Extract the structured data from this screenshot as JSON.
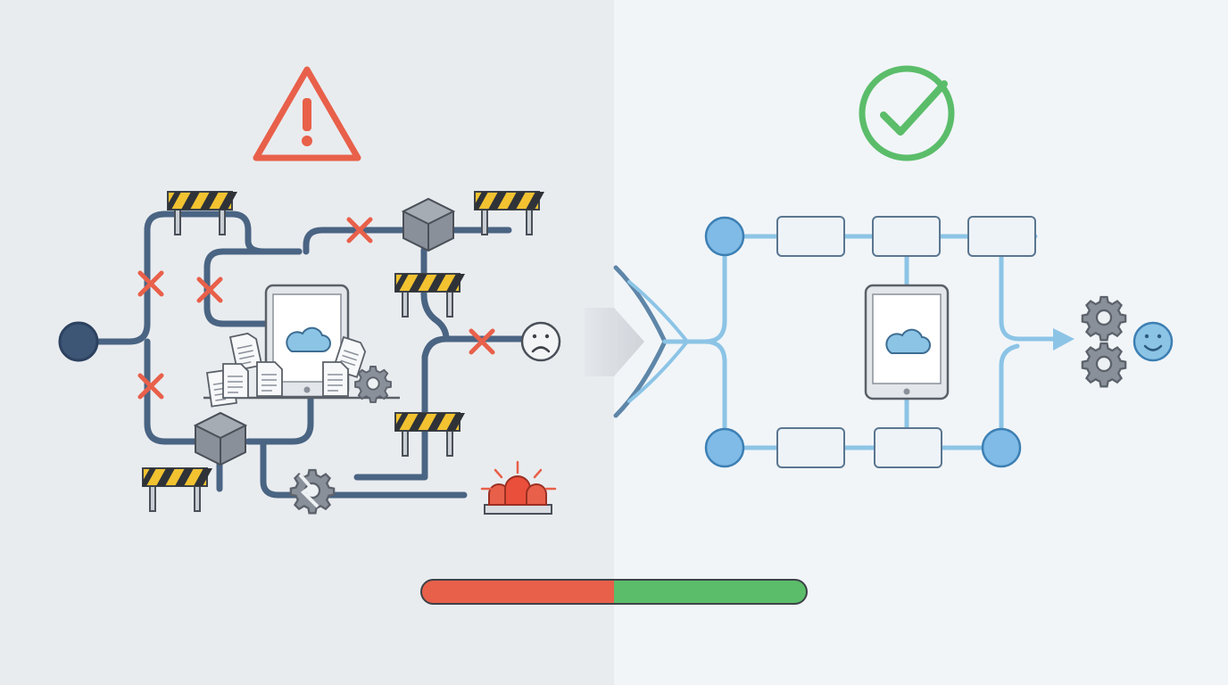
{
  "panels": {
    "left": {
      "state": "broken",
      "status_icon": "warning-triangle-icon",
      "background": "#e9ecef"
    },
    "right": {
      "state": "streamlined",
      "status_icon": "check-circle-icon",
      "background": "#f1f5f8"
    }
  },
  "colors": {
    "warning": "#e8604a",
    "success": "#5bbd6a",
    "messy_pipe": "#4a6483",
    "clean_pipe": "#8cc4e6",
    "node_fill": "#7fbbe6",
    "hazard_yellow": "#f2c230",
    "gear_gray": "#8a9099"
  },
  "icons": {
    "left": [
      "warning-triangle-icon",
      "barrier-icon",
      "cross-icon",
      "cube-icon",
      "tablet-cloud-icon",
      "document-pile-icon",
      "gear-icon",
      "broken-gear-icon",
      "sad-face-icon",
      "alarm-light-icon"
    ],
    "center": [
      "transition-arrow-icon"
    ],
    "right": [
      "check-circle-icon",
      "tablet-cloud-icon",
      "gear-pair-icon",
      "happy-face-icon",
      "arrow-right-icon"
    ]
  },
  "progress_bar": {
    "left_color": "#e8604a",
    "right_color": "#5bbd6a",
    "split": 0.5
  }
}
